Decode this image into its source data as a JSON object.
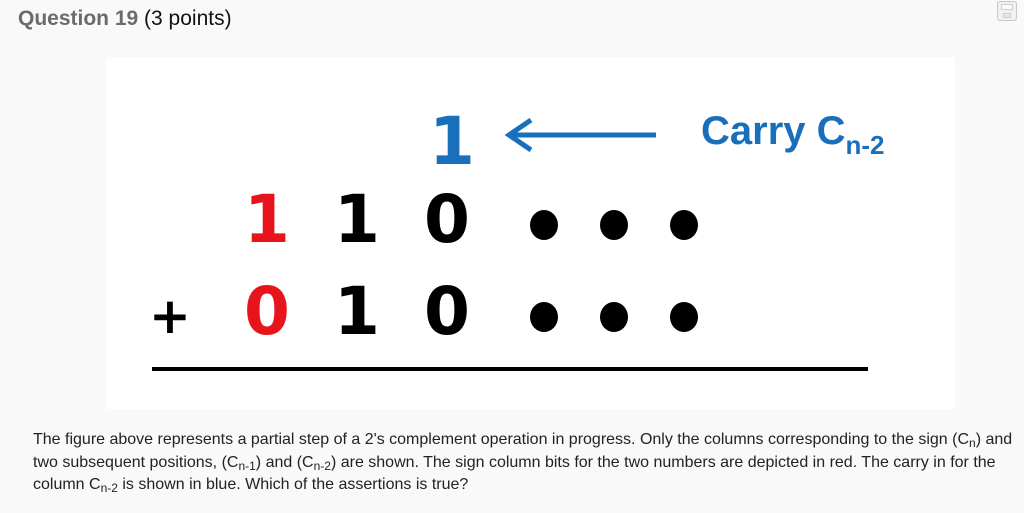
{
  "question": {
    "label": "Question 19",
    "points": "(3 points)"
  },
  "toolbar": {
    "save_icon": "floppy-disk-icon"
  },
  "figure": {
    "carry": {
      "value": "1",
      "arrow_icon": "left-arrow-icon",
      "label": "Carry C",
      "label_subscript": "n-2",
      "color": "#1a6fba"
    },
    "operator": "+",
    "rows": [
      {
        "bits": [
          "1",
          "1",
          "0"
        ],
        "sign_color": "#e8141c",
        "ellipsis": "• • •"
      },
      {
        "bits": [
          "0",
          "1",
          "0"
        ],
        "sign_color": "#e8141c",
        "ellipsis": "• • •"
      }
    ]
  },
  "description": {
    "s1": "The figure above represents a partial step of a 2's complement operation in progress. Only the columns corresponding to the sign (C",
    "sub_n": "n",
    "s2": ") and two subsequent positions, (C",
    "sub_n1": "n-1",
    "s3": ") and (C",
    "sub_n2a": "n-2",
    "s4": ") are shown. The sign column bits for the two numbers are depicted in red. The carry in for the column C",
    "sub_n2b": "n-2",
    "s5": " is shown in blue. Which of the assertions is true?"
  }
}
